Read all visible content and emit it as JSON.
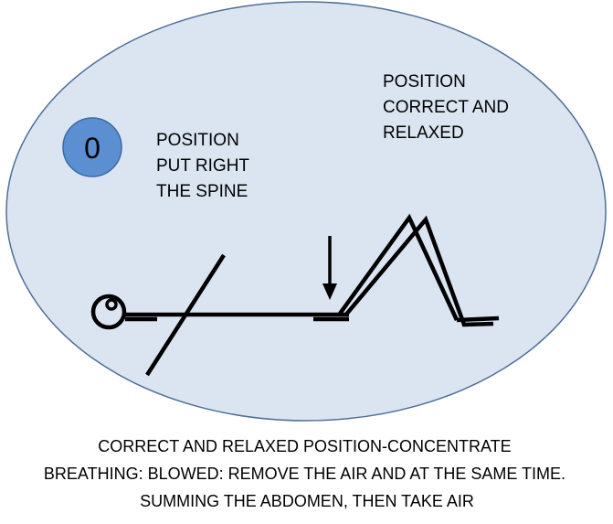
{
  "badge": {
    "label": "0",
    "color": "#5b8fd1"
  },
  "oval": {
    "fill": "#dbe5f1",
    "stroke": "#4f6f98"
  },
  "left_note": {
    "lines": [
      "POSITION",
      "PUT RIGHT",
      "THE SPINE"
    ]
  },
  "right_note": {
    "lines": [
      "POSITION",
      "CORRECT AND",
      "RELAXED"
    ]
  },
  "caption": {
    "lines": [
      "CORRECT AND RELAXED POSITION-CONCENTRATE",
      "BREATHING: BLOWED: REMOVE THE AIR AND AT THE SAME TIME.",
      "SUMMING THE ABDOMEN, THEN TAKE AIR"
    ]
  }
}
